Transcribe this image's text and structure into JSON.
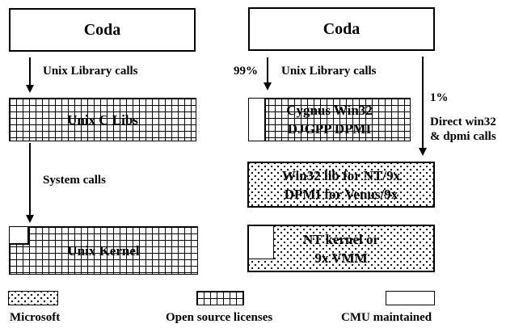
{
  "left": {
    "coda": "Coda",
    "lib_calls": "Unix Library calls",
    "c_libs": "Unix C Libs",
    "system_calls": "System calls",
    "kernel": "Unix Kernel"
  },
  "right": {
    "coda": "Coda",
    "pct_99": "99%",
    "lib_calls": "Unix Library calls",
    "cygnus_line1": "Cygnus Win32",
    "cygnus_line2": "DJGPP DPMI",
    "pct_1": "1%",
    "direct_line1": "Direct win32",
    "direct_line2": "& dpmi calls",
    "win32_line1": "Win32 lib for NT/9x",
    "win32_line2": "DPMI for Venus/9x",
    "kernel_line1": "NT kernel or",
    "kernel_line2": "9x VMM"
  },
  "legend": {
    "microsoft": "Microsoft",
    "open_source": "Open source licenses",
    "cmu": "CMU maintained"
  },
  "colors": {
    "ink": "#000000",
    "background": "#ffffff"
  }
}
